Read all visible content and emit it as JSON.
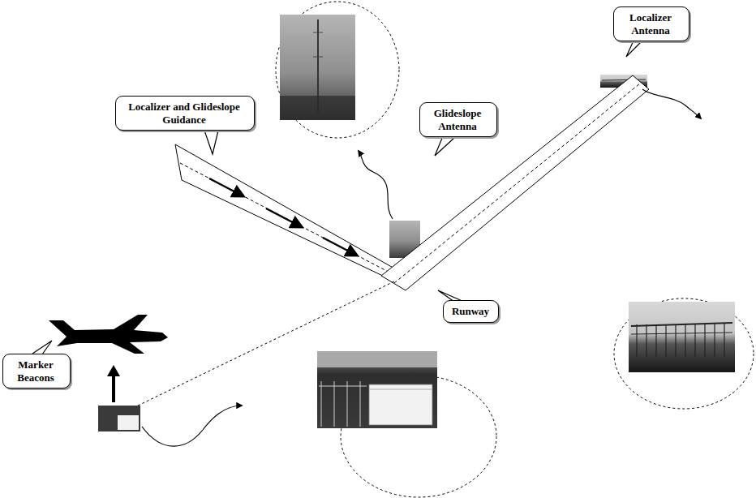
{
  "diagram": {
    "nodes": [
      {
        "text": [
          "Localizer Antenna"
        ]
      },
      {
        "text": [
          "Glideslope Antenna"
        ]
      },
      {
        "text": [
          "Localizer and Glideslope Guidance"
        ]
      },
      {
        "text": [
          "Runway"
        ]
      },
      {
        "text": [
          "Marker Beacons"
        ]
      }
    ]
  }
}
